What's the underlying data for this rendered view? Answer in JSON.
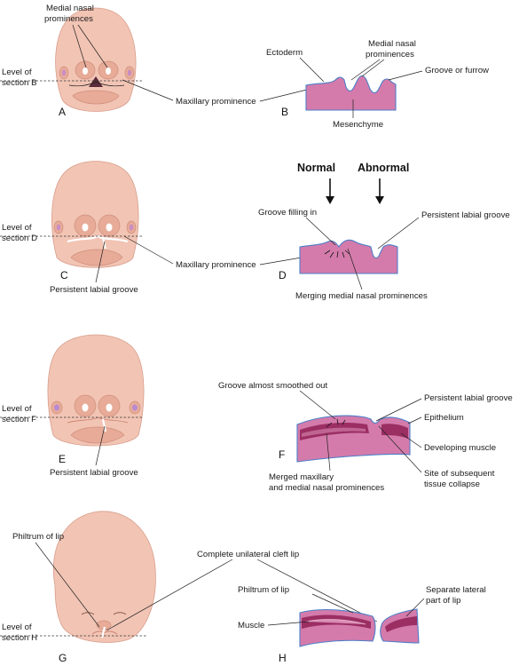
{
  "panels": {
    "A": {
      "letter": "A",
      "medial_nasal_line1": "Medial nasal",
      "medial_nasal_line2": "prominences",
      "level_line1": "Level of",
      "level_line2": "section B",
      "maxillary": "Maxillary prominence"
    },
    "B": {
      "letter": "B",
      "ectoderm": "Ectoderm",
      "medial_nasal_line1": "Medial nasal",
      "medial_nasal_line2": "prominences",
      "groove": "Groove or furrow",
      "mesenchyme": "Mesenchyme"
    },
    "C": {
      "letter": "C",
      "level_line1": "Level of",
      "level_line2": "section D",
      "maxillary": "Maxillary prominence",
      "persistent": "Persistent labial groove"
    },
    "D": {
      "letter": "D",
      "normal": "Normal",
      "abnormal": "Abnormal",
      "groove_filling": "Groove filling in",
      "persistent": "Persistent labial groove",
      "merging": "Merging medial nasal prominences"
    },
    "E": {
      "letter": "E",
      "level_line1": "Level of",
      "level_line2": "section F",
      "persistent": "Persistent labial groove"
    },
    "F": {
      "letter": "F",
      "groove_smoothed": "Groove almost smoothed out",
      "persistent": "Persistent labial groove",
      "epithelium": "Epithelium",
      "developing_muscle": "Developing muscle",
      "merged_line1": "Merged maxillary",
      "merged_line2": "and medial nasal prominences",
      "collapse_line1": "Site of subsequent",
      "collapse_line2": "tissue collapse"
    },
    "G": {
      "letter": "G",
      "philtrum": "Philtrum of lip",
      "level_line1": "Level of",
      "level_line2": "section H",
      "cleft": "Complete unilateral cleft lip"
    },
    "H": {
      "letter": "H",
      "philtrum": "Philtrum of lip",
      "muscle": "Muscle",
      "separate_line1": "Separate lateral",
      "separate_line2": "part of lip"
    }
  }
}
